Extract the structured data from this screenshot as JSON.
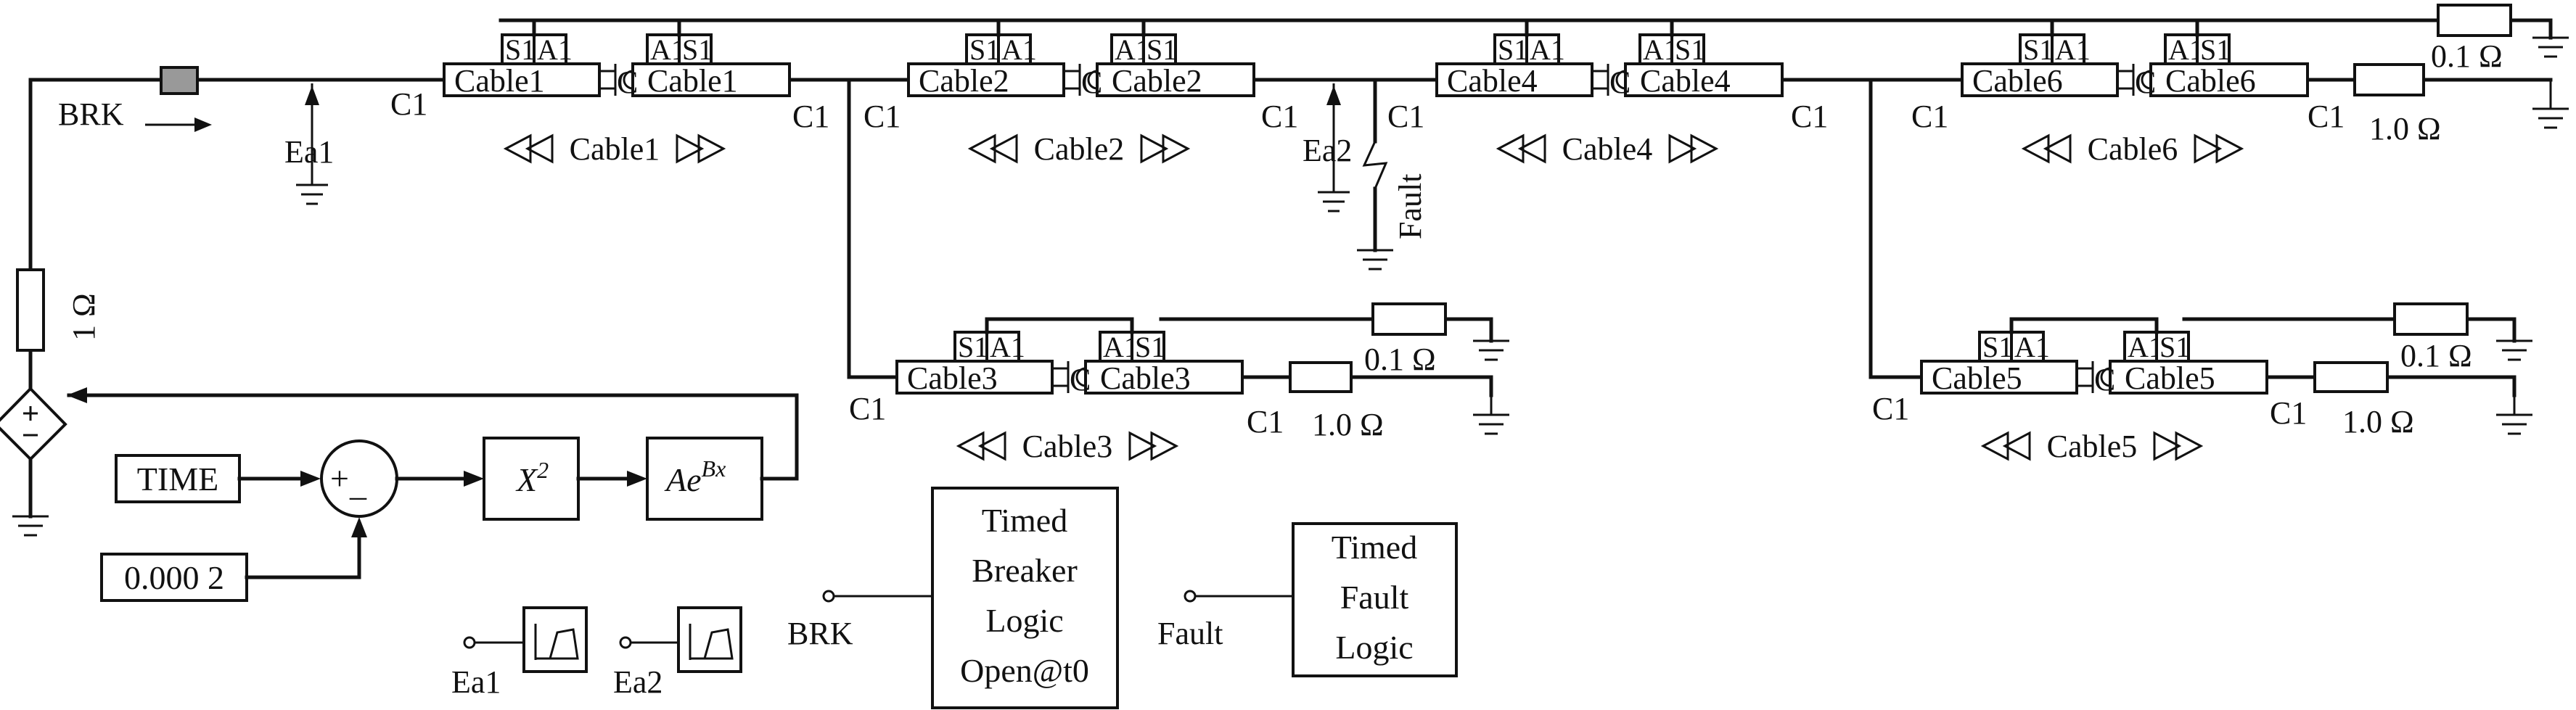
{
  "labels": {
    "brk": "BRK",
    "c1": "C1",
    "s1": "S1",
    "a1": "A1",
    "c": "C",
    "ea1": "Ea1",
    "ea2": "Ea2",
    "fault": "Fault",
    "r_source": "1 Ω",
    "r_01": "0.1 Ω",
    "r_10": "1.0 Ω"
  },
  "cables": [
    {
      "id": "cable1",
      "label": "Cable1"
    },
    {
      "id": "cable2",
      "label": "Cable2"
    },
    {
      "id": "cable3",
      "label": "Cable3"
    },
    {
      "id": "cable4",
      "label": "Cable4"
    },
    {
      "id": "cable5",
      "label": "Cable5"
    },
    {
      "id": "cable6",
      "label": "Cable6"
    }
  ],
  "control": {
    "time": "TIME",
    "const": "0.000 2",
    "plus": "+",
    "minus": "_",
    "square_base": "X",
    "square_exp": "2",
    "exp_a": "Ae",
    "exp_b": "Bx"
  },
  "blocks": {
    "breaker": [
      "Timed",
      "Breaker",
      "Logic",
      "Open@t0"
    ],
    "fault": [
      "Timed",
      "Fault",
      "Logic"
    ],
    "brk_input": "BRK",
    "fault_input": "Fault"
  },
  "meters": {
    "ea1": "Ea1",
    "ea2": "Ea2"
  }
}
